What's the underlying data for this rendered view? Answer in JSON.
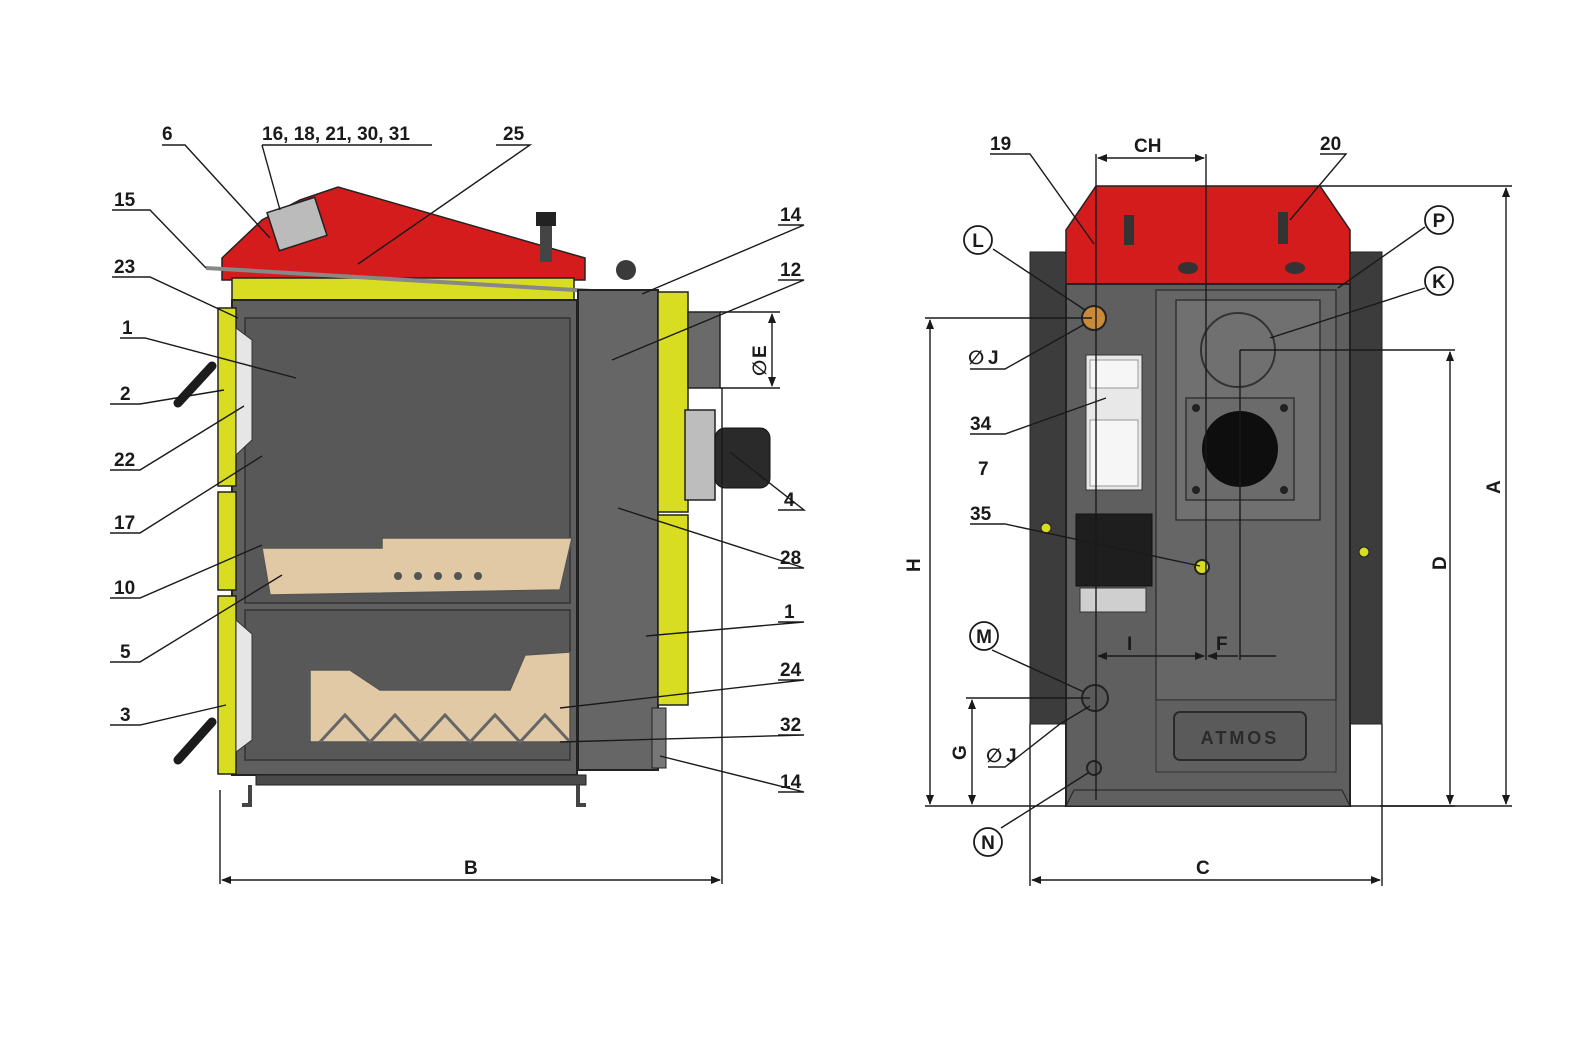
{
  "colors": {
    "body_grey": "#5f5f5f",
    "dark_grey": "#3c3c3c",
    "red": "#d41c1c",
    "yellow": "#d9dd22",
    "beige": "#e2c9a6",
    "white": "#ffffff",
    "line": "#1a1a1a"
  },
  "side_view": {
    "callouts": {
      "c6": "6",
      "c16": "16, 18, 21, 30, 31",
      "c25": "25",
      "c15": "15",
      "c14a": "14",
      "c23": "23",
      "c12": "12",
      "c1a": "1",
      "c2": "2",
      "c22": "22",
      "c4": "4",
      "c17": "17",
      "c28": "28",
      "c10": "10",
      "c5": "5",
      "c1b": "1",
      "c24": "24",
      "c3": "3",
      "c32": "32",
      "c14b": "14"
    },
    "dimensions": {
      "dia_e": "E",
      "dia_e_symbol": "∅",
      "b": "B"
    }
  },
  "rear_view": {
    "callouts": {
      "c19": "19",
      "c20": "20",
      "c34": "34",
      "c7": "7",
      "c35": "35"
    },
    "circled": {
      "l": "L",
      "p": "P",
      "k": "K",
      "m": "M",
      "n": "N"
    },
    "dimensions": {
      "ch": "CH",
      "dia_j_top": "J",
      "dia_j_bottom": "J",
      "dia_symbol": "∅",
      "h": "H",
      "i": "I",
      "f": "F",
      "g": "G",
      "d": "D",
      "a": "A",
      "c": "C"
    },
    "nameplate_text": "ATMOS"
  }
}
